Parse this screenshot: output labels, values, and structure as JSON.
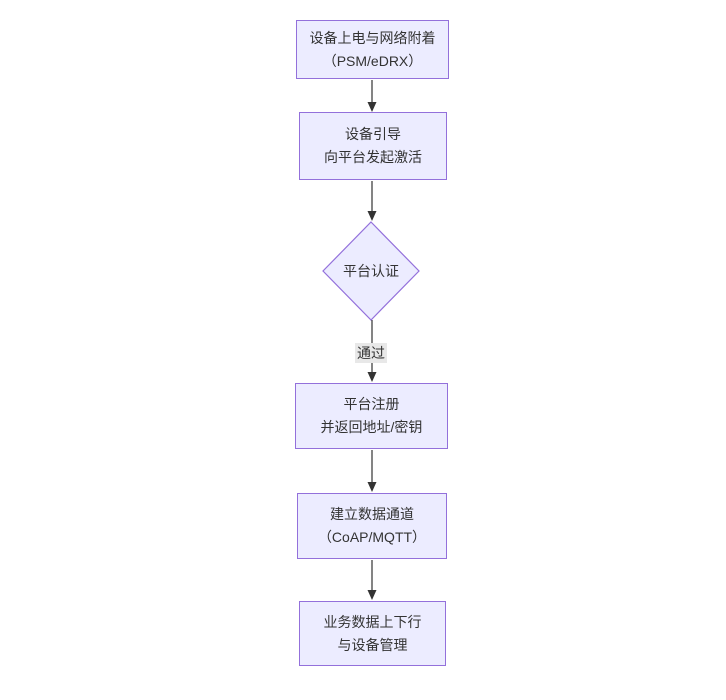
{
  "diagram": {
    "type": "flowchart",
    "direction": "top-down",
    "nodes": {
      "power": {
        "shape": "rect",
        "line1": "设备上电与网络附着",
        "line2": "（PSM/eDRX）"
      },
      "boot": {
        "shape": "rect",
        "line1": "设备引导",
        "line2": "向平台发起激活"
      },
      "auth": {
        "shape": "diamond",
        "label": "平台认证"
      },
      "register": {
        "shape": "rect",
        "line1": "平台注册",
        "line2": "并返回地址/密钥"
      },
      "channel": {
        "shape": "rect",
        "line1": "建立数据通道",
        "line2": "（CoAP/MQTT）"
      },
      "business": {
        "shape": "rect",
        "line1": "业务数据上下行",
        "line2": "与设备管理"
      }
    },
    "edges": [
      {
        "from": "power",
        "to": "boot",
        "label": ""
      },
      {
        "from": "boot",
        "to": "auth",
        "label": ""
      },
      {
        "from": "auth",
        "to": "register",
        "label": "通过"
      },
      {
        "from": "register",
        "to": "channel",
        "label": ""
      },
      {
        "from": "channel",
        "to": "business",
        "label": ""
      }
    ],
    "edge_pass_label": "通过",
    "colors": {
      "node_fill": "#ECECFF",
      "node_border": "#9370DB",
      "edge_line": "#333333",
      "edge_label_bg": "#e8e8e8",
      "text": "#333333",
      "background": "#ffffff"
    }
  }
}
